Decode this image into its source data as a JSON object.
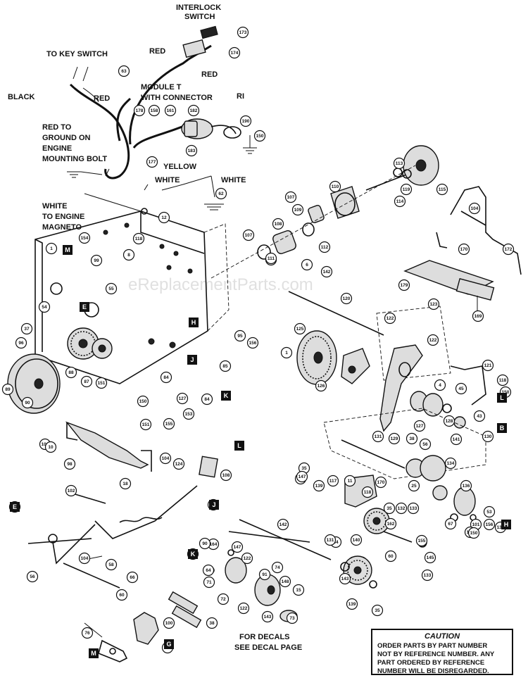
{
  "labels": {
    "interlock": "INTERLOCK",
    "switch": "SWITCH",
    "red_top": "RED",
    "red_mid": "RED",
    "to_key_switch": "TO KEY SWITCH",
    "black": "BLACK",
    "red_left": "RED",
    "module_t": "MODULE T",
    "with_connector": "WITH CONNECTOR",
    "ri": "RI",
    "red_to": "RED TO",
    "ground_on": "GROUND ON",
    "engine": "ENGINE",
    "mounting_bolt": "MOUNTING BOLT",
    "yellow": "YELLOW",
    "white_mid": "WHITE",
    "white_right": "WHITE",
    "white_to": "WHITE",
    "to_engine": "TO ENGINE",
    "magneto": "MAGNETO",
    "for_decals": "FOR DECALS",
    "see_decal_page": "SEE DECAL PAGE"
  },
  "caution": {
    "title": "CAUTION",
    "line1": "ORDER PARTS BY PART NUMBER",
    "line2": "NOT BY REFERENCE NUMBER. ANY",
    "line3": "PART ORDERED BY REFERENCE",
    "line4": "NUMBER WILL BE DISREGARDED."
  },
  "watermark": "eReplacementParts.com",
  "callouts": [
    "173",
    "174",
    "63",
    "178",
    "158",
    "161",
    "182",
    "190",
    "150",
    "183",
    "177",
    "62",
    "113",
    "119",
    "115",
    "110",
    "114",
    "12",
    "107",
    "109",
    "108",
    "1",
    "M",
    "154",
    "118",
    "8",
    "107",
    "111",
    "6",
    "112",
    "142",
    "111",
    "99",
    "55",
    "54",
    "E",
    "37",
    "96",
    "88",
    "87",
    "151",
    "89",
    "90",
    "J",
    "95",
    "85",
    "156",
    "H",
    "127",
    "84",
    "153",
    "K",
    "150",
    "155",
    "151",
    "84",
    "104",
    "172",
    "170",
    "179",
    "169",
    "120",
    "123",
    "122",
    "125",
    "1",
    "122",
    "126",
    "121",
    "118",
    "45",
    "150",
    "L",
    "4",
    "127",
    "128",
    "43",
    "130",
    "B",
    "56",
    "38",
    "129",
    "131",
    "170",
    "104",
    "10",
    "98",
    "18",
    "104",
    "L",
    "108",
    "124",
    "145",
    "35",
    "139",
    "117",
    "11",
    "118",
    "35",
    "132",
    "133",
    "25",
    "134",
    "136",
    "141",
    "142",
    "H",
    "101",
    "102",
    "J",
    "170",
    "E",
    "183",
    "56",
    "104",
    "58",
    "60",
    "66",
    "143",
    "44",
    "131",
    "140",
    "60",
    "162",
    "67",
    "135",
    "53",
    "156",
    "138",
    "H",
    "155",
    "150",
    "164",
    "147",
    "122",
    "91",
    "74",
    "148",
    "15",
    "73",
    "72",
    "122",
    "143",
    "139",
    "35",
    "145",
    "133",
    "K",
    "147",
    "90",
    "93",
    "64",
    "71",
    "G",
    "M",
    "76",
    "100",
    "38",
    "38"
  ],
  "letters": [
    "M",
    "E",
    "J",
    "H",
    "K",
    "L",
    "B",
    "H",
    "L",
    "J",
    "E",
    "H",
    "K",
    "G",
    "M"
  ]
}
